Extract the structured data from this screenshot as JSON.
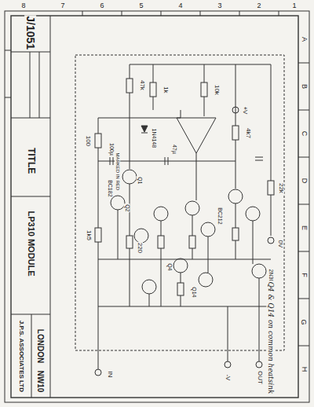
{
  "diagram": {
    "title": "LP310 MODULE",
    "labels": [
      "J/1051",
      "TITLE",
      "J.P.S. ASSOCIATES LTD",
      "LONDON",
      "NW10",
      "8",
      "7",
      "6",
      "5",
      "4",
      "3",
      "2",
      "1",
      "A",
      "B",
      "C",
      "D",
      "E",
      "F",
      "G",
      "H",
      "47k",
      "1k",
      "10k",
      "4k7",
      "22k",
      "100",
      "1k5",
      "220",
      "1N4148",
      "100µ",
      "47µ",
      "BC182",
      "BC212",
      "2N3055",
      "Q1",
      "Q2",
      "Q4",
      "Q14",
      "+V",
      "0V",
      "-V",
      "IN",
      "OUT",
      "Q4 & Q14 on common heatsink",
      "MARKED IN RED"
    ]
  }
}
